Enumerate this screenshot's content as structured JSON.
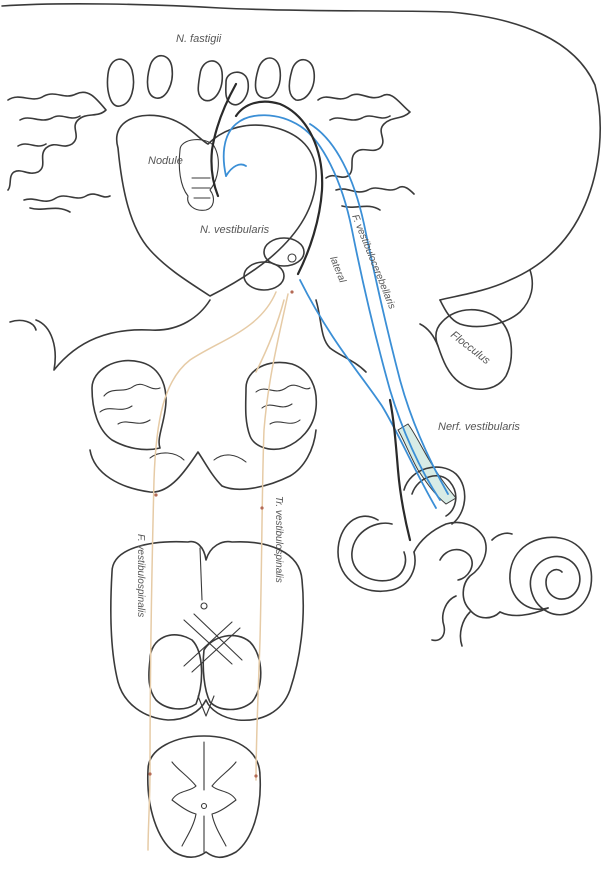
{
  "figure": {
    "colors": {
      "outline": "#3a3a3a",
      "tract_blue": "#3b8fd6",
      "tract_dark": "#2a2a2a",
      "tract_tan": "#e6cba6",
      "nerve_fill": "#d8ece6"
    }
  },
  "labels": {
    "n_fastigii": "N. fastigii",
    "nodule": "Nodule",
    "n_vestibularis": "N. vestibularis",
    "vestibulocerebellaris": "F. vestibulocerebellaris",
    "n_vest_lateral": "lateral",
    "flocculus": "Flocculus",
    "nerv_vestibularis": "Nerf. vestibularis",
    "vestibulospinal": "F. vestibulospinalis",
    "tr_vestibulospinalis": "Tr. vestibulospinalis"
  }
}
